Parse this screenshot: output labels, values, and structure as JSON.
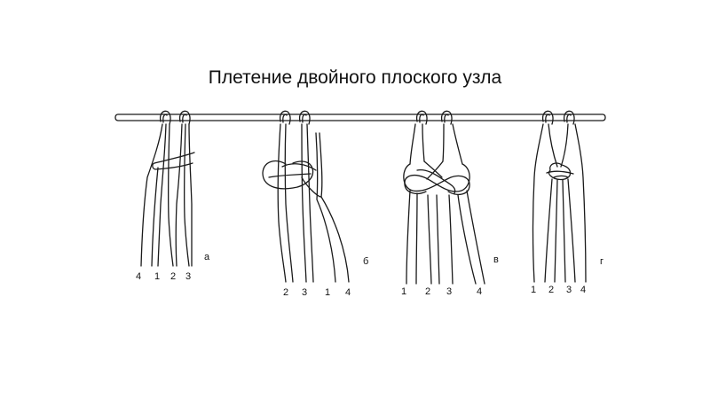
{
  "title": "Плетение двойного плоского узла",
  "steps": [
    {
      "letter": "а",
      "numbers": [
        "4",
        "1",
        "2",
        "3"
      ]
    },
    {
      "letter": "б",
      "numbers": [
        "2",
        "3",
        "1",
        "4"
      ]
    },
    {
      "letter": "в",
      "numbers": [
        "1",
        "2",
        "3",
        "4"
      ]
    },
    {
      "letter": "г",
      "numbers": [
        "1",
        "2",
        "3",
        "4"
      ]
    }
  ]
}
